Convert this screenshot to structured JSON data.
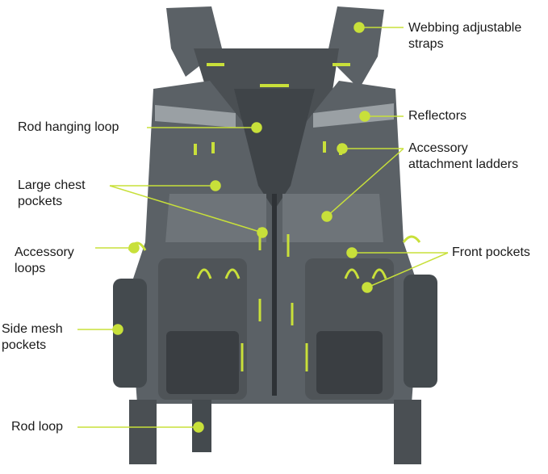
{
  "labels": {
    "webbing_straps": [
      "Webbing adjustable",
      "straps"
    ],
    "reflectors": [
      "Reflectors"
    ],
    "rod_hanging_loop": [
      "Rod hanging loop"
    ],
    "accessory_ladders": [
      "Accessory",
      "attachment ladders"
    ],
    "large_chest_pockets": [
      "Large chest",
      "pockets"
    ],
    "accessory_loops": [
      "Accessory",
      "loops"
    ],
    "front_pockets": [
      "Front pockets"
    ],
    "side_mesh_pockets": [
      "Side mesh",
      "pockets"
    ],
    "rod_loop": [
      "Rod loop"
    ]
  },
  "colors": {
    "leader_line": "#c8e03a",
    "vest_body": "#5b6166",
    "vest_dark": "#3f4448",
    "vest_mid": "#6e7479",
    "accent_yellow": "#c9e03a",
    "reflector": "#9aa0a4",
    "mesh": "#4a4f53"
  },
  "icons": {
    "product": "fishing-vest-illustration"
  }
}
